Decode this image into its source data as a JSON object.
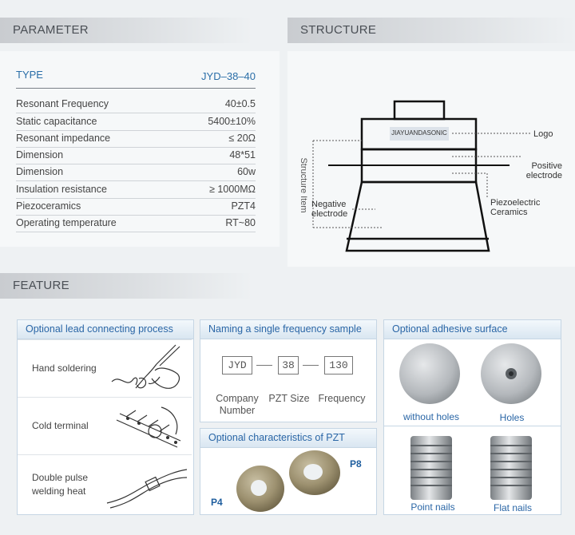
{
  "parameter": {
    "heading": "PARAMETER",
    "type_label": "TYPE",
    "type_value": "JYD–38–40",
    "rows": [
      {
        "label": "Resonant Frequency",
        "value": "40±0.5"
      },
      {
        "label": "Static capacitance",
        "value": "5400±10%"
      },
      {
        "label": "Resonant impedance",
        "value": "≤ 20Ω"
      },
      {
        "label": "Dimension",
        "value": "48*51"
      },
      {
        "label": "Dimension",
        "value": "60w"
      },
      {
        "label": "Insulation resistance",
        "value": "≥ 1000MΩ"
      },
      {
        "label": "Piezoceramics",
        "value": "PZT4"
      },
      {
        "label": "Operating temperature",
        "value": "RT~80"
      }
    ]
  },
  "structure": {
    "heading": "STRUCTURE",
    "side_label": "Structure Item",
    "brand": "JIAYUANDASONIC",
    "logo_label": "Logo",
    "positive_label": "Positive electrode",
    "negative_label": "Negative electrode",
    "piezo_label": "Piezoelectric Ceramics"
  },
  "feature": {
    "heading": "FEATURE",
    "lead": {
      "title": "Optional lead connecting process",
      "items": [
        "Hand soldering",
        "Cold terminal",
        "Double pulse welding heat"
      ]
    },
    "naming": {
      "title": "Naming a single frequency sample",
      "codes": [
        "JYD",
        "38",
        "130"
      ],
      "labels": [
        "Company Number",
        "PZT Size",
        "Frequency"
      ]
    },
    "pzt": {
      "title": "Optional characteristics of PZT",
      "p4": "P4",
      "p8": "P8"
    },
    "adhesive": {
      "title": "Optional adhesive surface",
      "items": [
        "without holes",
        "Holes",
        "Point nails",
        "Flat nails"
      ]
    }
  }
}
